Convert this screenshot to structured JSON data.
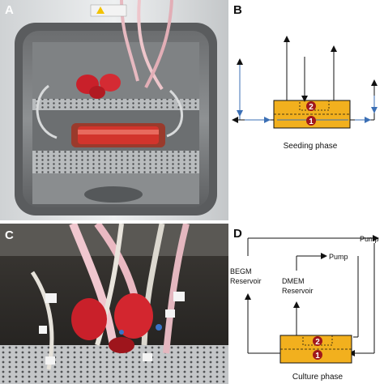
{
  "panels": {
    "a": {
      "letter": "A"
    },
    "b": {
      "letter": "B",
      "caption": "Seeding phase",
      "chamber_top": "2",
      "chamber_bottom": "1"
    },
    "c": {
      "letter": "C"
    },
    "d": {
      "letter": "D",
      "caption": "Culture phase",
      "pump_top": "Pump",
      "pump_mid": "Pump",
      "begm_line1": "BEGM",
      "begm_line2": "Reservoir",
      "dmem_line1": "DMEM",
      "dmem_line2": "Reservoir",
      "chamber_top": "2",
      "chamber_bottom": "1"
    }
  },
  "colors": {
    "chamber_fill": "#f2b01e",
    "badge": "#a0171b",
    "arrow_blue": "#3b6fb5",
    "line": "#111111"
  }
}
